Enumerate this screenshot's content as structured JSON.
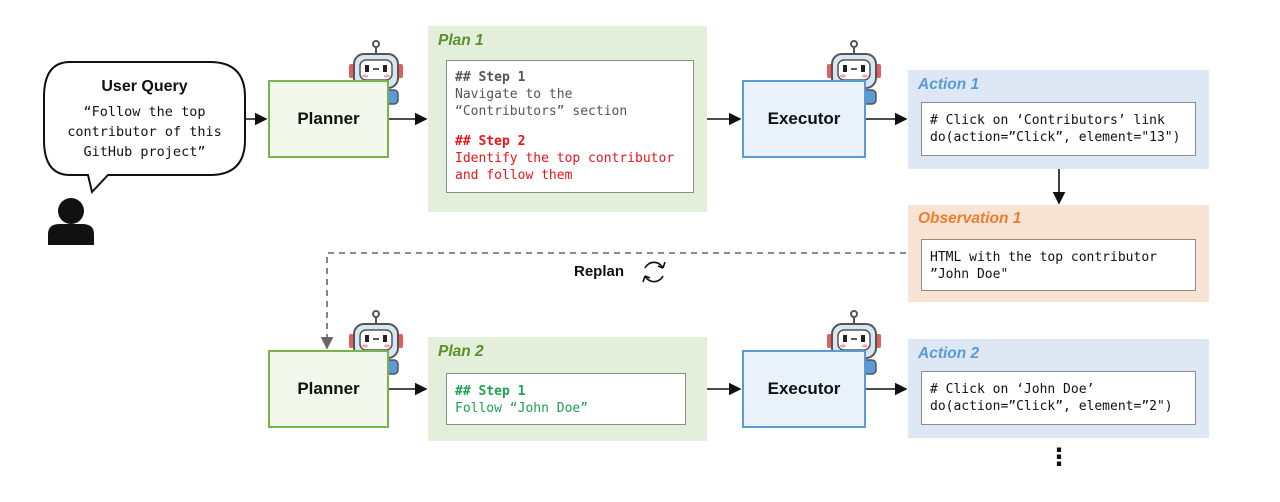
{
  "user_query": {
    "title": "User Query",
    "text": "“Follow the top\ncontributor of this\nGitHub project”"
  },
  "row1": {
    "planner": "Planner",
    "plan": {
      "title": "Plan 1",
      "step1_heading": "## Step 1",
      "step1_text": "Navigate to the\n“Contributors” section",
      "step2_heading": "## Step 2",
      "step2_text": "Identify the top contributor\nand follow them"
    },
    "executor": "Executor",
    "action": {
      "title": "Action 1",
      "code": "# Click on ‘Contributors’ link\ndo(action=”Click”, element=\"13\")"
    }
  },
  "observation": {
    "title": "Observation 1",
    "text": "HTML with the top contributor\n”John Doe\""
  },
  "replan": {
    "label": "Replan"
  },
  "row2": {
    "planner": "Planner",
    "plan": {
      "title": "Plan 2",
      "step1_heading": "## Step 1",
      "step1_text": "Follow “John Doe”"
    },
    "executor": "Executor",
    "action": {
      "title": "Action 2",
      "code": "# Click on ‘John Doe’\ndo(action=”Click”, element=”2\")"
    }
  },
  "continuation": "⋮",
  "colors": {
    "planner_border": "#79b34c",
    "executor_border": "#5b9bd5",
    "plan_panel": "#e3efda",
    "action_panel": "#dde8f4",
    "observation_panel": "#f9e3d3",
    "step_red": "#e8161b",
    "step_green": "#19a34e"
  },
  "icons": {
    "user": "person-icon",
    "robot": "robot-icon",
    "replan": "refresh-cycle-icon"
  }
}
